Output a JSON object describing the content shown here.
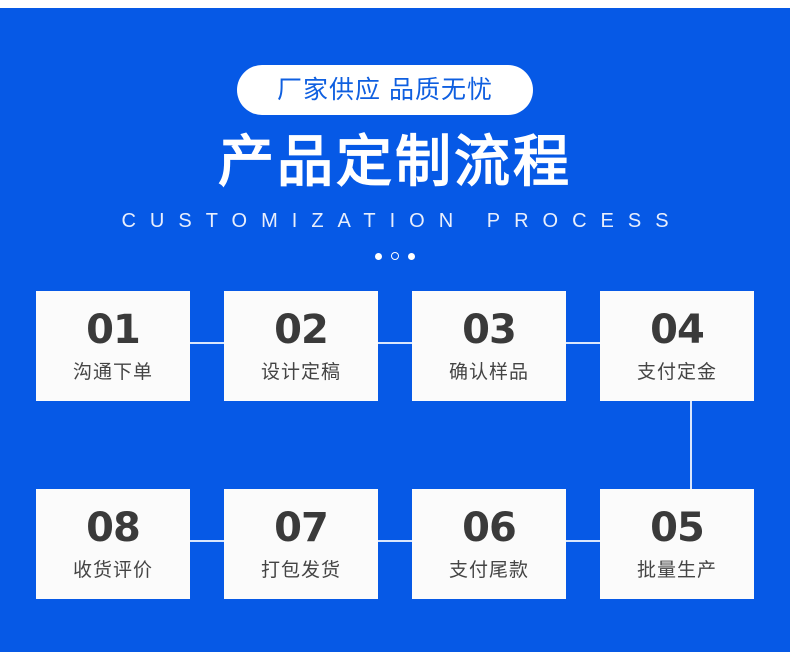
{
  "background_color": "#0659e6",
  "badge": {
    "text": "厂家供应  品质无忧",
    "text_color": "#0f5fe0",
    "bg_color": "#ffffff"
  },
  "title": {
    "main": "产品定制流程",
    "sub": "CUSTOMIZATION  PROCESS"
  },
  "dots": [
    {
      "style": "filled"
    },
    {
      "style": "hollow"
    },
    {
      "style": "filled"
    }
  ],
  "steps_row_one": [
    {
      "num": "01",
      "label": "沟通下单"
    },
    {
      "num": "02",
      "label": "设计定稿"
    },
    {
      "num": "03",
      "label": "确认样品"
    },
    {
      "num": "04",
      "label": "支付定金"
    }
  ],
  "steps_row_two": [
    {
      "num": "08",
      "label": "收货评价"
    },
    {
      "num": "07",
      "label": "打包发货"
    },
    {
      "num": "06",
      "label": "支付尾款"
    },
    {
      "num": "05",
      "label": "批量生产"
    }
  ],
  "card_colors": {
    "bg": "#fbfbfb",
    "number": "#3a3a3a",
    "label": "#444444",
    "connector": "#ffffff"
  }
}
